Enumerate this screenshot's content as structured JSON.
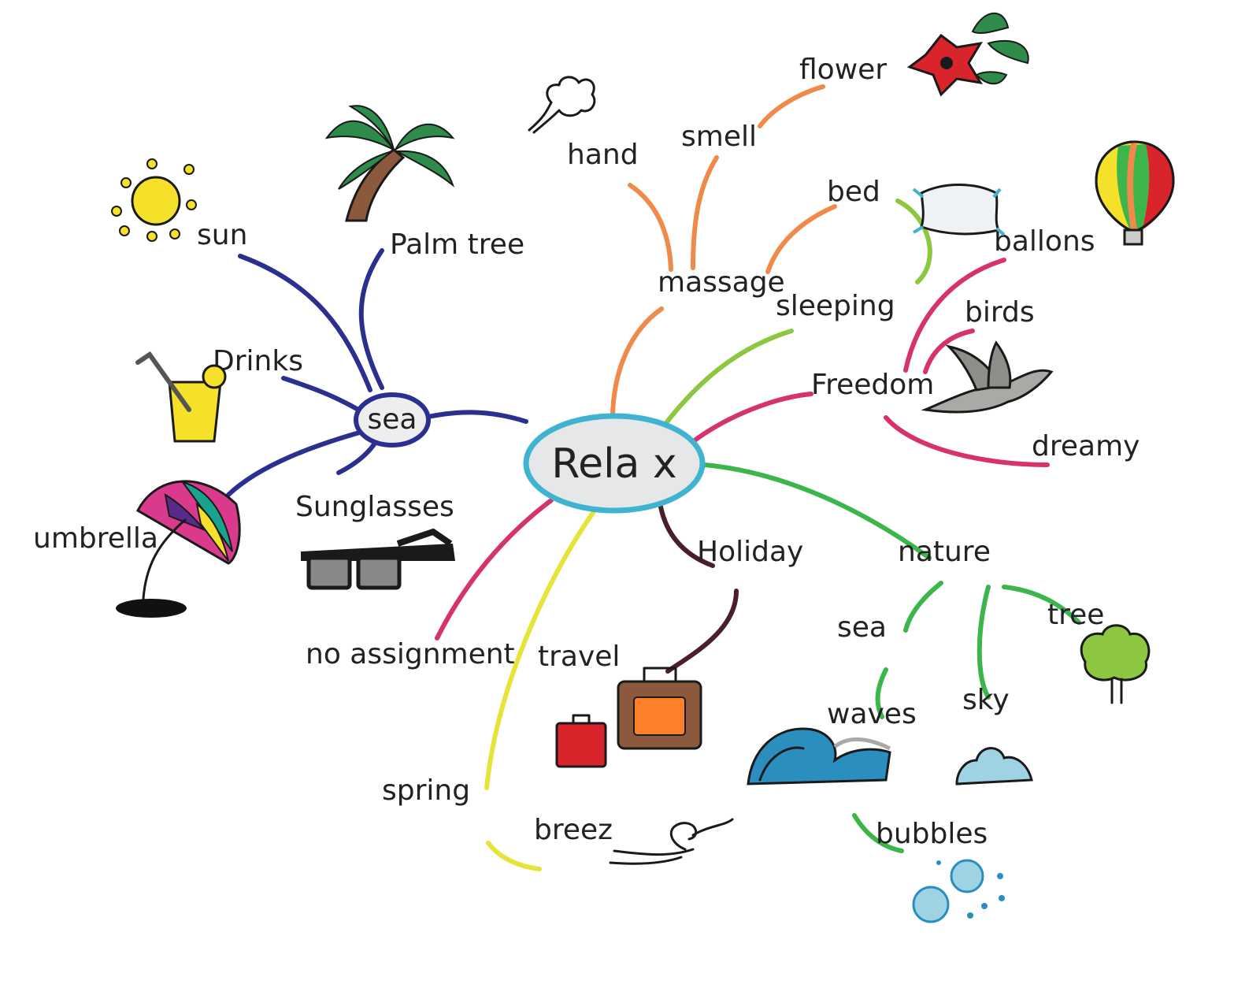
{
  "center": {
    "label": "Rela x",
    "fill": "#e6e7e8",
    "outline": "#3fb3cf"
  },
  "colors": {
    "sea_branch": "#2b2f8f",
    "massage_branch": "#f08a4b",
    "sleeping_branch": "#8dc63f",
    "freedom_branch": "#d6336c",
    "nature_branch": "#3cb54a",
    "holiday_branch": "#4a1e2c",
    "spring_branch": "#e6e33a",
    "no_assignment_branch": "#d6336c"
  },
  "nodes": {
    "sea": "sea",
    "sun": "sun",
    "palm_tree": "Palm tree",
    "drinks": "Drinks",
    "umbrella": "umbrella",
    "sunglasses": "Sunglasses",
    "massage": "massage",
    "hand": "hand",
    "smell": "smell",
    "flower": "flower",
    "sleeping": "sleeping",
    "bed": "bed",
    "freedom": "Freedom",
    "ballons": "ballons",
    "birds": "birds",
    "dreamy": "dreamy",
    "nature": "nature",
    "nature_sea": "sea",
    "waves": "waves",
    "bubbles": "bubbles",
    "sky": "sky",
    "tree": "tree",
    "holiday": "Holiday",
    "travel": "travel",
    "spring": "spring",
    "breez": "breez",
    "no_assignment": "no assignment"
  },
  "icons": [
    "sun-icon",
    "palm-tree-icon",
    "drink-icon",
    "umbrella-icon",
    "sunglasses-icon",
    "hand-icon",
    "flower-icon",
    "pillow-icon",
    "hot-air-balloon-icon",
    "bird-icon",
    "suitcase-icon",
    "wave-icon",
    "cloud-icon",
    "tree-icon",
    "bubbles-icon",
    "wind-icon"
  ]
}
